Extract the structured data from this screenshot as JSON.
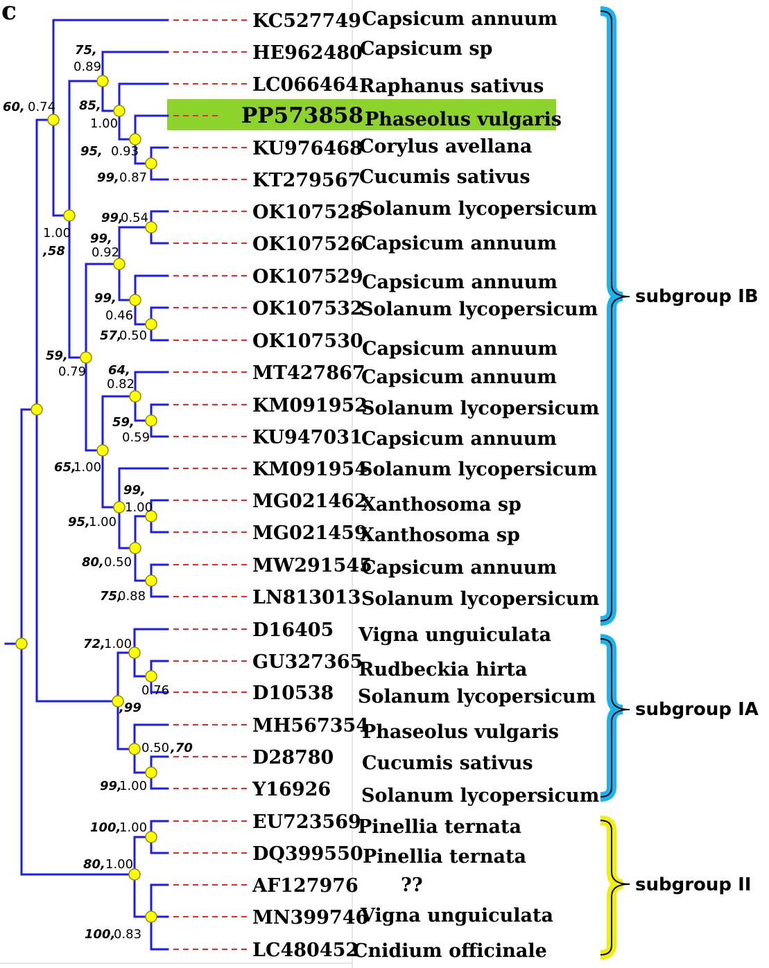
{
  "panel_label": "c",
  "accent_colors": {
    "branch": "#1a1aff",
    "leader": "#ff2020",
    "node_fill": "#ffff00",
    "node_stroke": "#8a8a00",
    "highlight": "#8cd42c",
    "bracket_ib": "#18b4f0",
    "bracket_ia": "#18b4f0",
    "bracket_ii": "#f0f000"
  },
  "taxa": [
    {
      "accession": "KC527749",
      "species": "Capsicum annuum"
    },
    {
      "accession": "HE962480",
      "species": "Capsicum sp"
    },
    {
      "accession": "LC066464",
      "species": "Raphanus sativus"
    },
    {
      "accession": "PP573858",
      "species": "Phaseolus vulgaris",
      "highlighted": true
    },
    {
      "accession": "KU976468",
      "species": "Corylus avellana"
    },
    {
      "accession": "KT279567",
      "species": "Cucumis sativus"
    },
    {
      "accession": "OK107528",
      "species": "Solanum lycopersicum"
    },
    {
      "accession": "OK107526",
      "species": "Capsicum annuum"
    },
    {
      "accession": "OK107529",
      "species": "Capsicum annuum"
    },
    {
      "accession": "OK107532",
      "species": "Solanum lycopersicum"
    },
    {
      "accession": "OK107530",
      "species": "Capsicum annuum"
    },
    {
      "accession": "MT427867",
      "species": "Capsicum annuum"
    },
    {
      "accession": "KM091952",
      "species": "Solanum lycopersicum"
    },
    {
      "accession": "KU947031",
      "species": "Capsicum annuum"
    },
    {
      "accession": "KM091954",
      "species": "Solanum lycopersicum"
    },
    {
      "accession": "MG021462",
      "species": "Xanthosoma sp"
    },
    {
      "accession": "MG021459",
      "species": "Xanthosoma sp"
    },
    {
      "accession": "MW291545",
      "species": "Capsicum annuum"
    },
    {
      "accession": "LN813013",
      "species": "Solanum lycopersicum"
    },
    {
      "accession": "D16405",
      "species": "Vigna unguiculata"
    },
    {
      "accession": "GU327365",
      "species": "Rudbeckia hirta"
    },
    {
      "accession": "D10538",
      "species": "Solanum lycopersicum"
    },
    {
      "accession": "MH567354",
      "species": "Phaseolus vulgaris"
    },
    {
      "accession": "D28780",
      "species": "Cucumis sativus"
    },
    {
      "accession": "Y16926",
      "species": "Solanum lycopersicum"
    },
    {
      "accession": "EU723569",
      "species": "Pinellia ternata"
    },
    {
      "accession": "DQ399550",
      "species": "Pinellia ternata"
    },
    {
      "accession": "AF127976",
      "species": "??"
    },
    {
      "accession": "MN399746",
      "species": "Vigna unguiculata"
    },
    {
      "accession": "LC480452",
      "species": "Cnidium officinale"
    }
  ],
  "support_labels": [
    {
      "text": "60,",
      "italic": true
    },
    {
      "text": "0.74",
      "italic": false
    },
    {
      "text": "75,",
      "italic": true
    },
    {
      "text": "0.89",
      "italic": false
    },
    {
      "text": "85,",
      "italic": true
    },
    {
      "text": "1.00",
      "italic": false
    },
    {
      "text": "95,",
      "italic": true
    },
    {
      "text": "0.93",
      "italic": false
    },
    {
      "text": "99,",
      "italic": true
    },
    {
      "text": "0.87",
      "italic": false
    },
    {
      "text": "1.00",
      "italic": false
    },
    {
      "text": ",58",
      "italic": true
    },
    {
      "text": "99,",
      "italic": true
    },
    {
      "text": "0.54",
      "italic": false
    },
    {
      "text": "99,",
      "italic": true
    },
    {
      "text": "0.92",
      "italic": false
    },
    {
      "text": "99,",
      "italic": true
    },
    {
      "text": "0.46",
      "italic": false
    },
    {
      "text": "57,",
      "italic": true
    },
    {
      "text": "0.50",
      "italic": false
    },
    {
      "text": "59,",
      "italic": true
    },
    {
      "text": "0.79",
      "italic": false
    },
    {
      "text": "64,",
      "italic": true
    },
    {
      "text": "0.82",
      "italic": false
    },
    {
      "text": "59,",
      "italic": true
    },
    {
      "text": "0.59",
      "italic": false
    },
    {
      "text": "65,",
      "italic": true
    },
    {
      "text": "1.00",
      "italic": false
    },
    {
      "text": "99,",
      "italic": true
    },
    {
      "text": "1.00",
      "italic": false
    },
    {
      "text": "95,",
      "italic": true
    },
    {
      "text": "1.00",
      "italic": false
    },
    {
      "text": "80,",
      "italic": true
    },
    {
      "text": "0.50",
      "italic": false
    },
    {
      "text": "75,",
      "italic": true
    },
    {
      "text": "0.88",
      "italic": false
    },
    {
      "text": "72,",
      "italic": true
    },
    {
      "text": "1.00",
      "italic": false
    },
    {
      "text": "0.76",
      "italic": false
    },
    {
      "text": ",99",
      "italic": true
    },
    {
      "text": "0.50",
      "italic": false
    },
    {
      "text": ",70",
      "italic": true
    },
    {
      "text": "99,",
      "italic": true
    },
    {
      "text": "1.00",
      "italic": false
    },
    {
      "text": "100,",
      "italic": true
    },
    {
      "text": "1.00",
      "italic": false
    },
    {
      "text": "80,",
      "italic": true
    },
    {
      "text": "1.00",
      "italic": false
    },
    {
      "text": "100,",
      "italic": true
    },
    {
      "text": "0.83",
      "italic": false
    }
  ],
  "subgroups": [
    {
      "label": "subgroup IB",
      "color": "#18b4f0"
    },
    {
      "label": "subgroup IA",
      "color": "#18b4f0"
    },
    {
      "label": "subgroup II",
      "color": "#f0f000"
    }
  ]
}
